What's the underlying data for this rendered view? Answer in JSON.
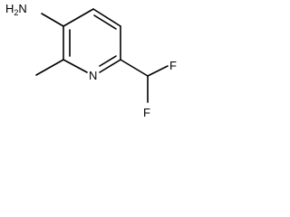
{
  "molecule": {
    "atoms": {
      "amine": "H2N",
      "ring_nitrogen": "N",
      "fluorine_top": "F",
      "fluorine_bottom": "F"
    },
    "colors": {
      "bond": "#000000",
      "text": "#000000",
      "background": "#ffffff"
    }
  }
}
